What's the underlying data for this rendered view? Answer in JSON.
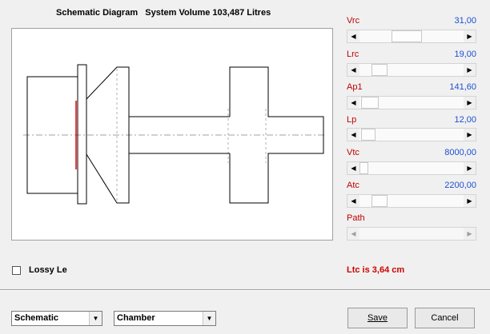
{
  "window": {
    "title": "Schematic Diagram   System Volume 103,487 Litres"
  },
  "params": [
    {
      "label": "Vrc",
      "value": "31,00",
      "slider": 0.29
    },
    {
      "label": "Lrc",
      "value": "19,00",
      "slider": 0.2
    },
    {
      "label": "Ap1",
      "value": "141,60",
      "slider": 0.1
    },
    {
      "label": "Lp",
      "value": "12,00",
      "slider": 0.08
    },
    {
      "label": "Vtc",
      "value": "8000,00",
      "slider": 0.0
    },
    {
      "label": "Atc",
      "value": "2200,00",
      "slider": 0.2
    },
    {
      "label": "Path",
      "value": "",
      "slider": 0.0,
      "disabled": true
    }
  ],
  "lossy": {
    "label": "Lossy Le",
    "checked": false
  },
  "status": {
    "text": "Ltc is 3,64 cm"
  },
  "view_select": {
    "value": "Schematic"
  },
  "type_select": {
    "value": "Chamber"
  },
  "buttons": {
    "save": "Save",
    "cancel": "Cancel"
  },
  "colors": {
    "label": "#c00000",
    "value": "#1f4fd0",
    "status": "#d00000"
  }
}
